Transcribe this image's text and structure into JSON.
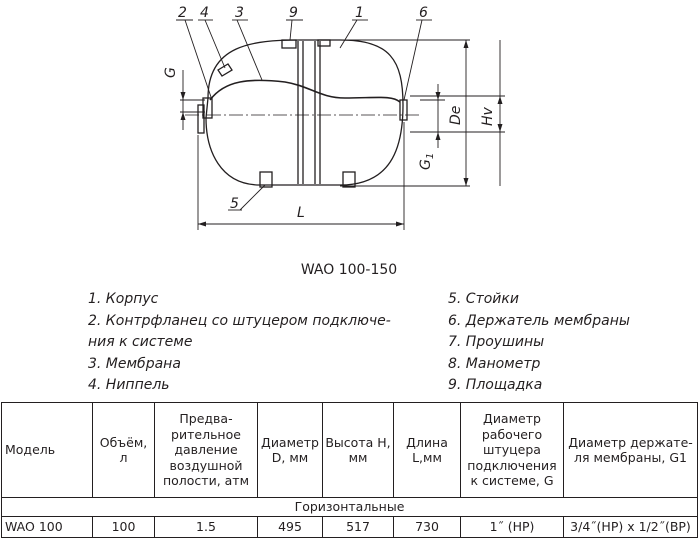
{
  "diagram": {
    "callouts": [
      "2",
      "4",
      "3",
      "9",
      "1",
      "6",
      "5"
    ],
    "dimensions": {
      "g": "G",
      "g1": "G",
      "g1_sub": "1",
      "de": "De",
      "hv": "Hv",
      "l": "L"
    },
    "caption": "WAO 100-150"
  },
  "legend_left": [
    "1. Корпус",
    "2. Контрфланец со штуцером подключе-",
    "ния к системе",
    "3. Мембрана",
    "4. Ниппель"
  ],
  "legend_right": [
    "5. Стойки",
    "6. Держатель мембраны",
    "7. Проушины",
    "8. Манометр",
    "9. Площадка"
  ],
  "table": {
    "headers": [
      "Модель",
      "Объём, л",
      "Предва-рительное давление воздушной полости, атм",
      "Диаметр D, мм",
      "Высота H, мм",
      "Длина L,мм",
      "Диаметр рабочего штуцера подключения к системе, G",
      "Диаметр держате-ля мембраны, G1"
    ],
    "group_label": "Горизонтальные",
    "rows": [
      [
        "WAO 100",
        "100",
        "1.5",
        "495",
        "517",
        "730",
        "1˝ (НР)",
        "3/4˝(НР) х 1/2˝(ВР)"
      ]
    ]
  }
}
